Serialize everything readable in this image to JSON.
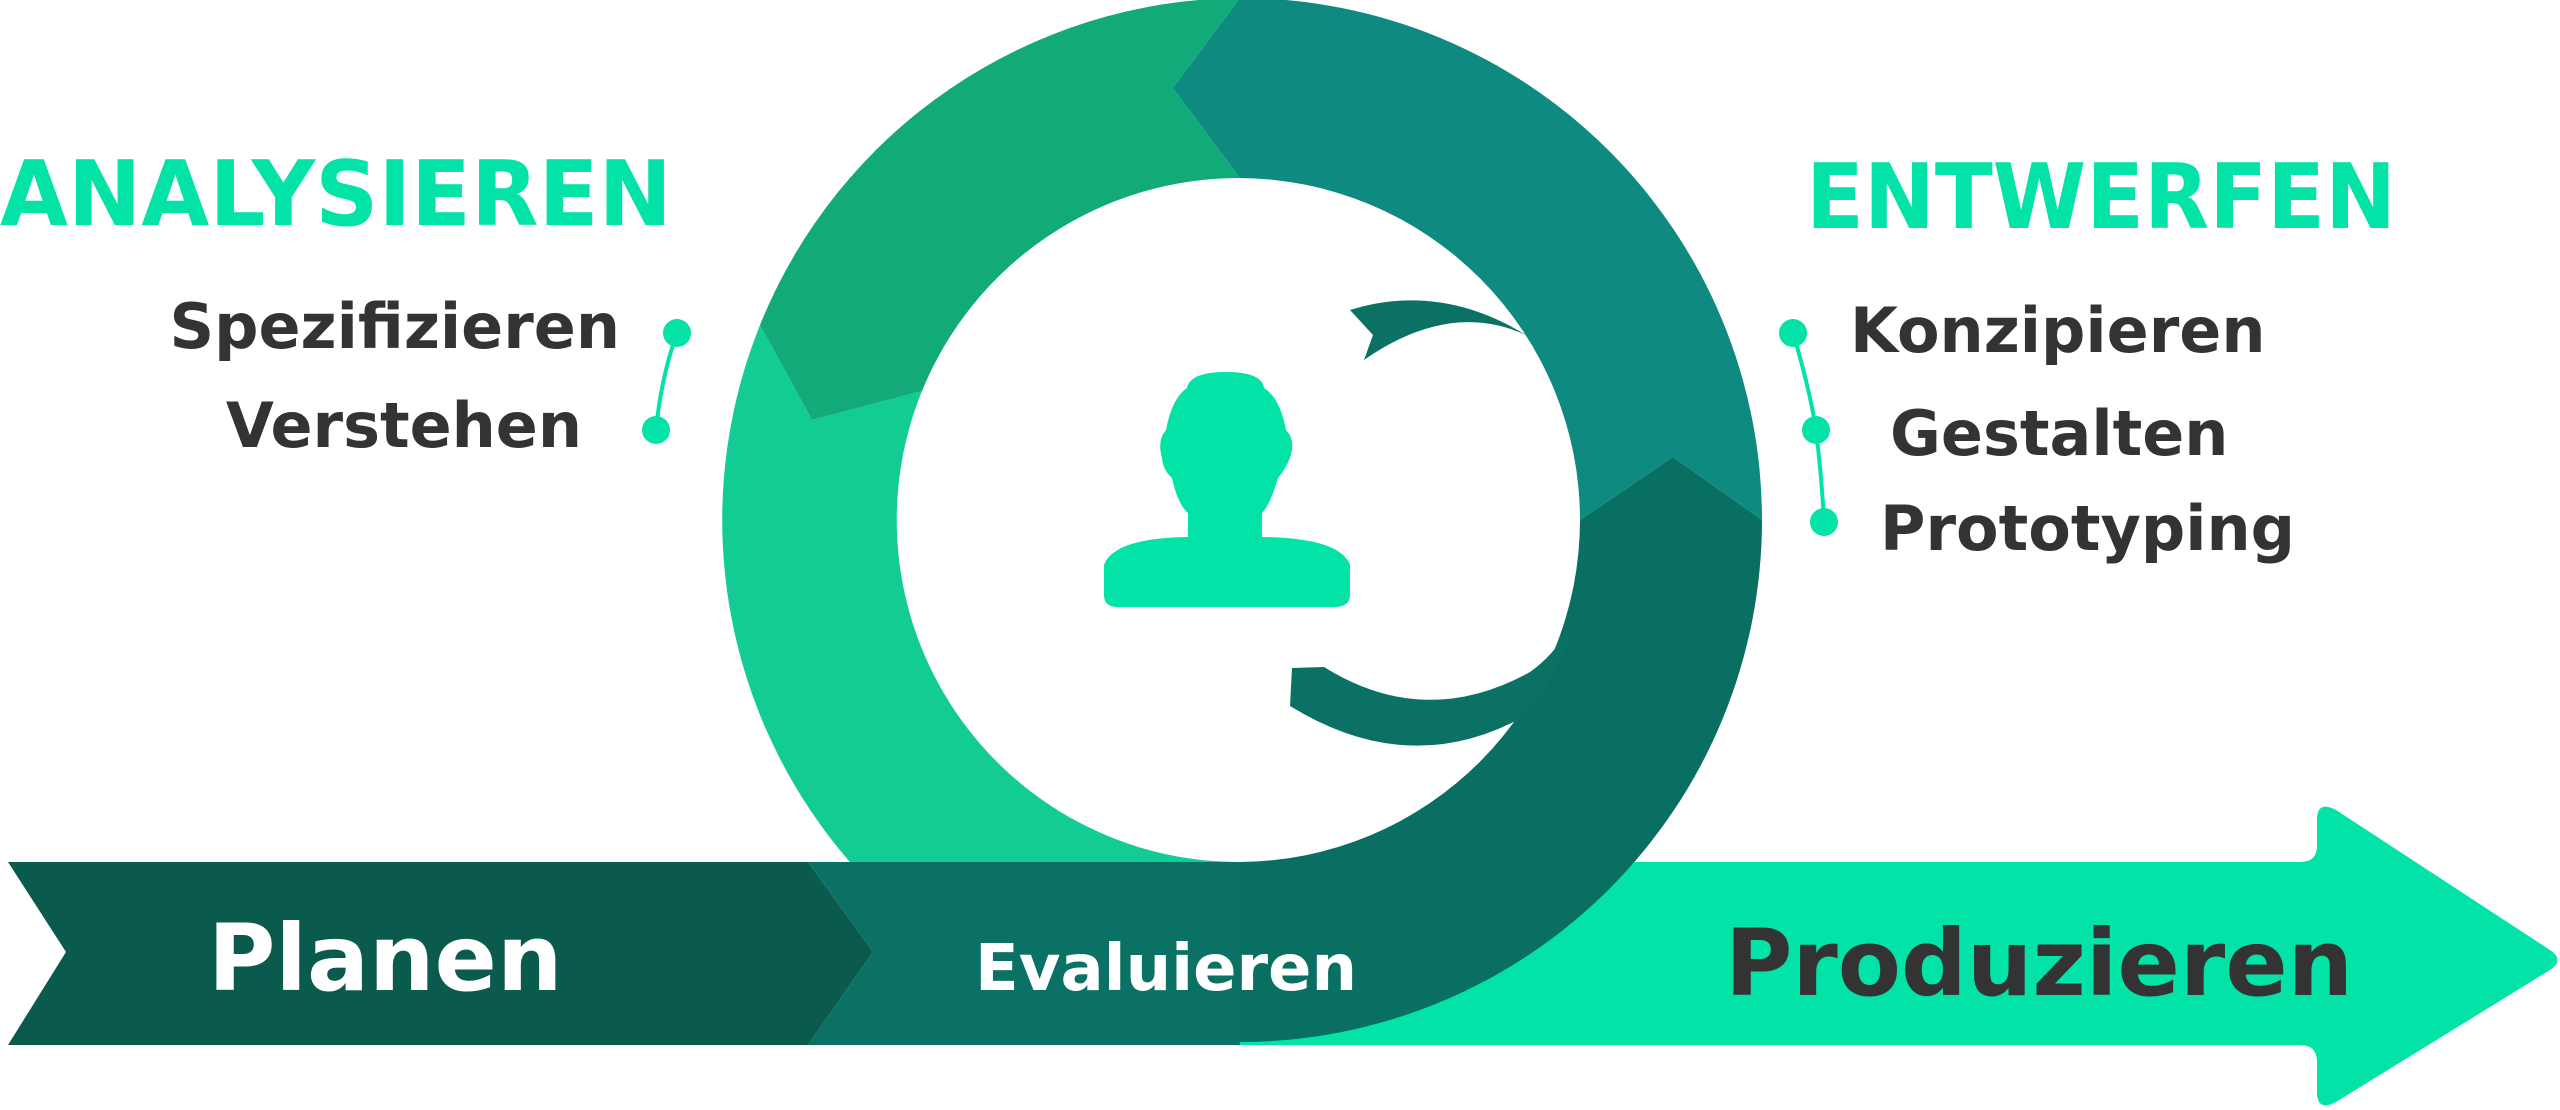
{
  "colors": {
    "accent": "#03e2a7",
    "dark_text": "#333333",
    "ring_green": "#11aa78",
    "ring_teal": "#0f8a80",
    "ring_light": "#13cc94",
    "ring_dark": "#096f62",
    "band_dark": "#0a5a4d",
    "band_mid": "#0b7164"
  },
  "left_phase": {
    "title": "ANALYSIEREN",
    "items": [
      "Spezifizieren",
      "Verstehen"
    ]
  },
  "right_phase": {
    "title": "ENTWERFEN",
    "items": [
      "Konzipieren",
      "Gestalten",
      "Prototyping"
    ]
  },
  "bottom_band": {
    "planen": "Planen",
    "evaluieren": "Evaluieren",
    "produzieren": "Produzieren"
  },
  "center_icon": "user-icon"
}
